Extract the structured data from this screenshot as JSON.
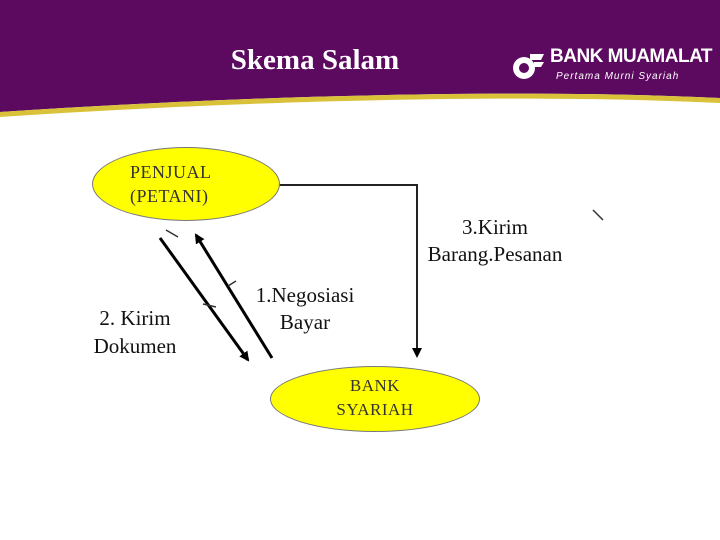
{
  "header": {
    "title": "Skema Salam",
    "brand_color": "#5c0a5f",
    "accent_color": "#d9c23a"
  },
  "logo": {
    "name": "BANK MUAMALAT",
    "tagline": "Pertama  Murni  Syariah"
  },
  "nodes": {
    "penjual_line1": "PENJUAL",
    "penjual_line2": "(PETANI)",
    "bank_line1": "BANK",
    "bank_line2": "SYARIAH",
    "fill_color": "#ffff00"
  },
  "steps": {
    "step1_line1": "1.Negosiasi",
    "step1_line2": "Bayar",
    "step2_line1": "2. Kirim",
    "step2_line2": "Dokumen",
    "step3_line1": "3.Kirim",
    "step3_line2": "Barang.Pesanan"
  }
}
